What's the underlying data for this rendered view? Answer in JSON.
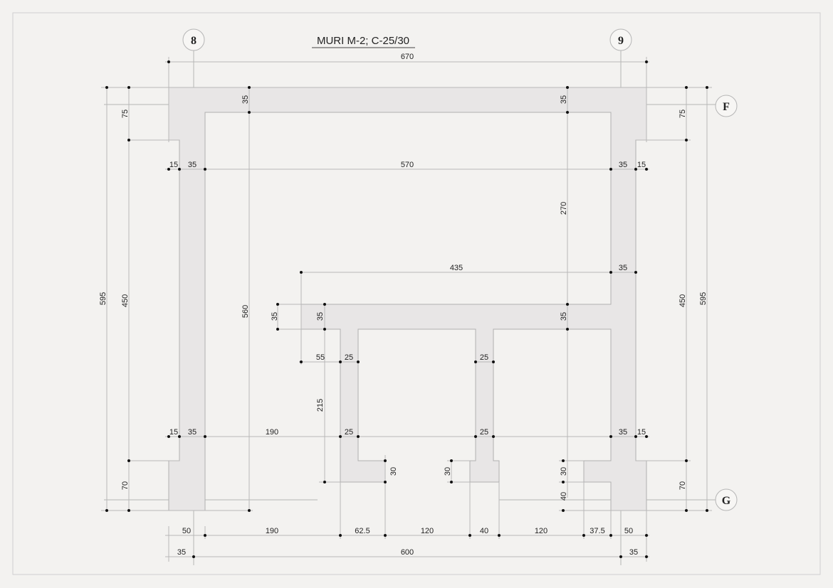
{
  "title": "MURI  M-2; C-25/30",
  "grid_axes": {
    "axis_8": "8",
    "axis_9": "9",
    "axis_F": "F",
    "axis_G": "G"
  },
  "colors": {
    "wall_fill": "#e8e6e6",
    "background": "#f3f2f0",
    "line": "#b8b8b8"
  },
  "dimensions": {
    "overall_top": "670",
    "top_wall_left": "35",
    "top_wall_right": "35",
    "left_offset_top": "75",
    "right_offset_top": "75",
    "overall_left": "595",
    "overall_right": "595",
    "left_mid": "450",
    "right_mid": "450",
    "inner_height_left": "560",
    "inner_height_right": "270",
    "row1": [
      "15",
      "35",
      "570",
      "35",
      "15"
    ],
    "beam_length": "435",
    "beam_right_wall": "35",
    "beam_left_outer": "35",
    "beam_left_inner": "35",
    "beam_right": "35",
    "pier_row_top": [
      "55",
      "25",
      "25"
    ],
    "pier_height": "215",
    "row2": [
      "15",
      "35",
      "190",
      "25",
      "25",
      "35",
      "15"
    ],
    "foot_left": "30",
    "foot_mid": "30",
    "foot_right": "30",
    "foot_right_lower": "40",
    "left_offset_bottom": "70",
    "right_offset_bottom": "70",
    "bottom_row": [
      "50",
      "190",
      "62.5",
      "120",
      "40",
      "120",
      "37.5",
      "50"
    ],
    "axis_row": [
      "35",
      "600",
      "35"
    ]
  }
}
